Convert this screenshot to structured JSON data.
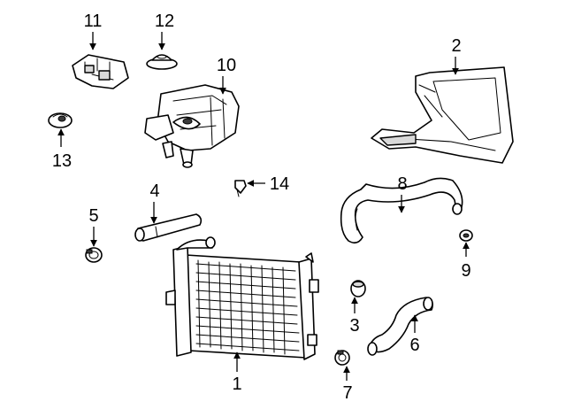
{
  "diagram": {
    "labels": [
      "11",
      "12",
      "10",
      "13",
      "2",
      "4",
      "14",
      "5",
      "8",
      "9",
      "3",
      "6",
      "1",
      "7"
    ]
  }
}
